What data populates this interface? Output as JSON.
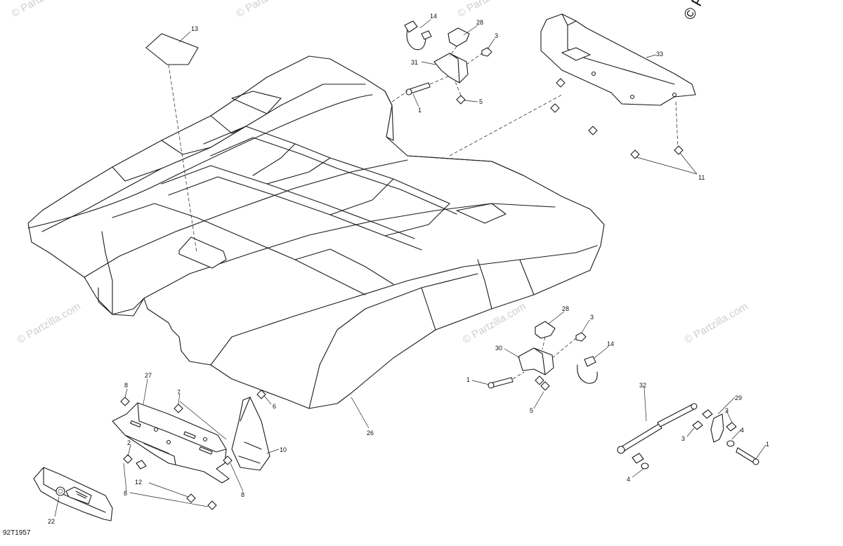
{
  "watermark": "© Partzilla.com",
  "copyright_mark": "© Pa",
  "diagram_code": "92T1957",
  "callouts": {
    "c13": "13",
    "c14a": "14",
    "c28a": "28",
    "c3a": "3",
    "c31": "31",
    "c1a": "1",
    "c5a": "5",
    "c33": "33",
    "c11": "11",
    "c28b": "28",
    "c3b": "3",
    "c30": "30",
    "c14b": "14",
    "c1b": "1",
    "c5b": "5",
    "c26": "26",
    "c8a": "8",
    "c27": "27",
    "c7": "7",
    "c6": "6",
    "c10": "10",
    "c2": "2",
    "c12": "12",
    "c8b": "8",
    "c8c": "8",
    "c22": "22",
    "c32": "32",
    "c29": "29",
    "c3c": "3",
    "c3d": "3",
    "c4a": "4",
    "c1c": "1",
    "c4b": "4"
  }
}
